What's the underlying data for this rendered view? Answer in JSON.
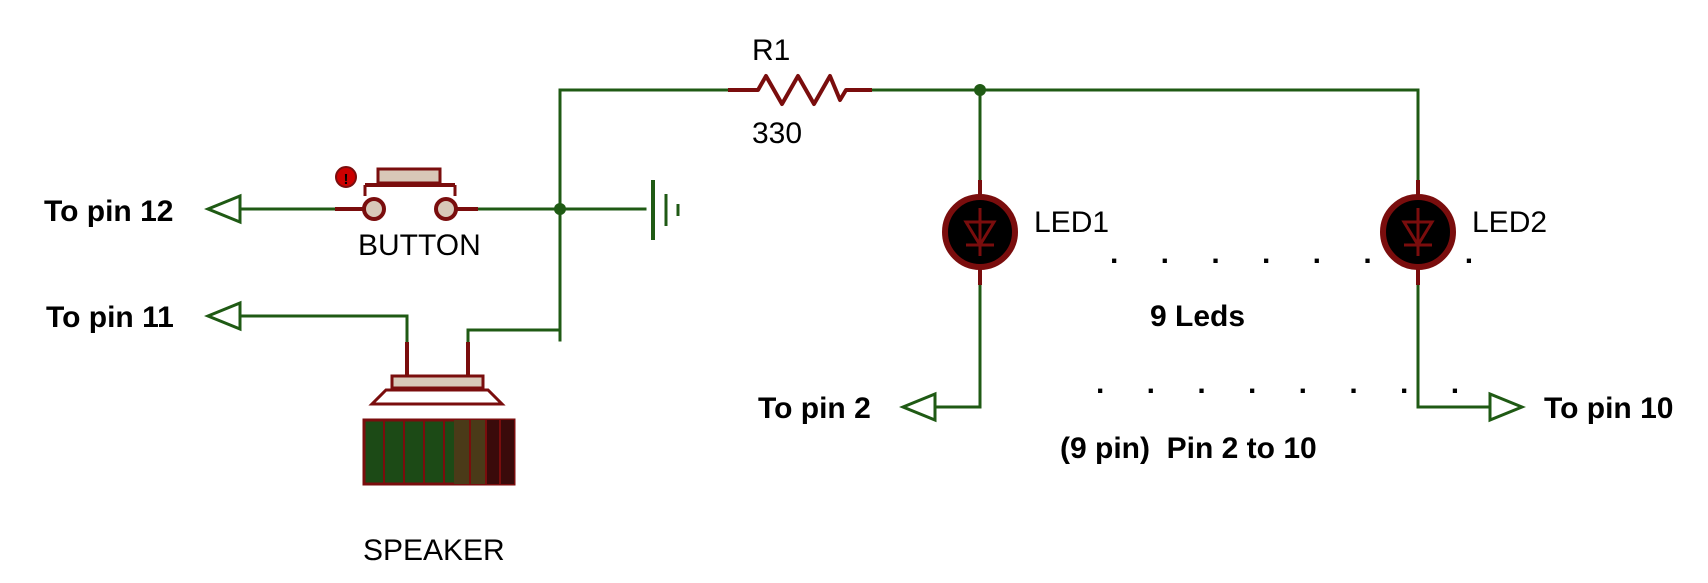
{
  "colors": {
    "wire": "#1f5a14",
    "component": "#7a0d0d",
    "led_fill": "#000000",
    "text": "#000000"
  },
  "labels": {
    "r1_name": "R1",
    "r1_value": "330",
    "button": "BUTTON",
    "speaker": "SPEAKER",
    "led1": "LED1",
    "led2": "LED2",
    "pin12": "To pin 12",
    "pin11": "To pin 11",
    "pin2": "To pin 2",
    "pin10": "To pin 10",
    "leds_count": "9 Leds",
    "pin_range": "(9 pin)  Pin 2 to 10",
    "dots_top": ". . . . . . . .",
    "dots_bottom": ". . . . . . . ."
  }
}
